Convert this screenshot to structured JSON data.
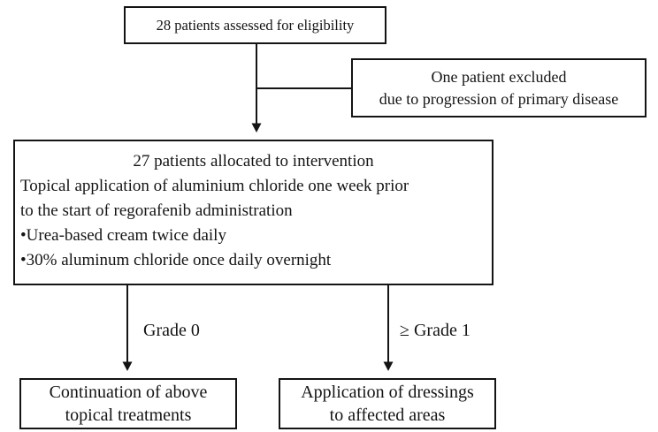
{
  "diagram": {
    "eligibility_box": {
      "text": "28 patients assessed for eligibility"
    },
    "exclusion_box": {
      "line1": "One patient excluded",
      "line2": "due to progression of primary disease"
    },
    "intervention_box": {
      "title": "27 patients allocated to intervention",
      "body_line1": "Topical application of aluminium chloride one week prior",
      "body_line2": "to the start of regorafenib administration",
      "bullet1": "•Urea-based cream twice daily",
      "bullet2": "•30% aluminum chloride once daily overnight"
    },
    "branches": {
      "left_label": "Grade 0",
      "right_label": "≥ Grade 1"
    },
    "continuation_box": {
      "line1": "Continuation of above",
      "line2": "topical treatments"
    },
    "dressings_box": {
      "line1": "Application of dressings",
      "line2": "to affected areas"
    }
  },
  "colors": {
    "line": "#141414",
    "text": "#141414",
    "background": "#ffffff"
  }
}
